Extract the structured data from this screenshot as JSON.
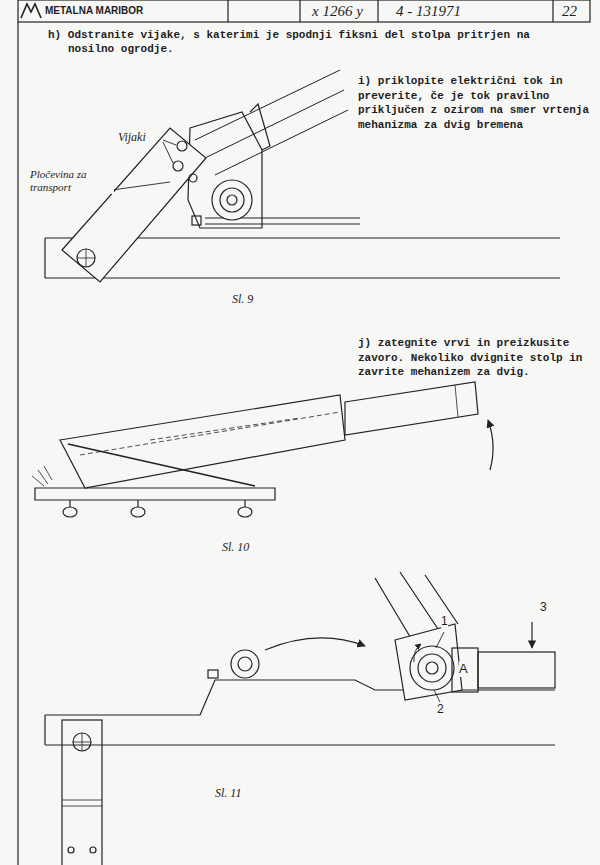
{
  "diagram": {
    "labels": [
      "METALNA MARIBOR",
      "x 1266 y",
      "4 - 131971",
      "22",
      "h) Odstranite vijake, s katerimi je spodnji fiksni del stolpa pritrjen na nosilno ogrodje.",
      "i) priklopite električni tok in preverite, če je tok pravilno priključen z ozirom na smer vrtenja mehanizma za dvig bremena",
      "Vijaki",
      "Pločevina za transport",
      "Sl. 9",
      "j) zategnite vrvi in preizkusite zavoro. Nekoliko dvignite stolp in zavrite mehanizem za dvig.",
      "Sl. 10",
      "1",
      "2",
      "3",
      "A",
      "Sl. 11"
    ]
  }
}
